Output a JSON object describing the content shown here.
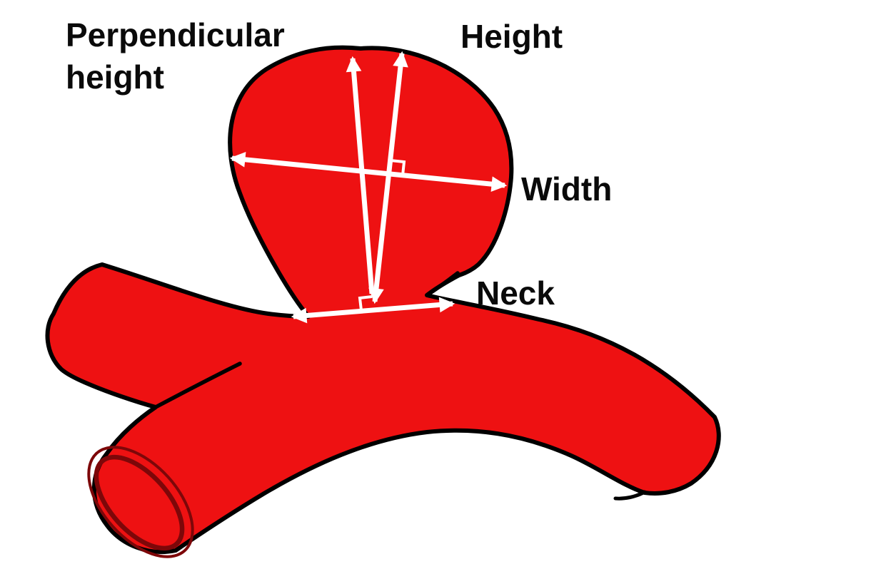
{
  "figure": {
    "name": "aneurysm-measurement-diagram"
  },
  "labels": {
    "perpendicular_height": "Perpendicular height",
    "height": "Height",
    "width": "Width",
    "neck": "Neck"
  },
  "colors": {
    "background": "#ffffff",
    "vessel_fill": "#ee1112",
    "outline": "#000000",
    "annotation_arrows": "#ffffff",
    "lumen_ring": "#7d0709",
    "label_text": "#0a0a0a"
  }
}
